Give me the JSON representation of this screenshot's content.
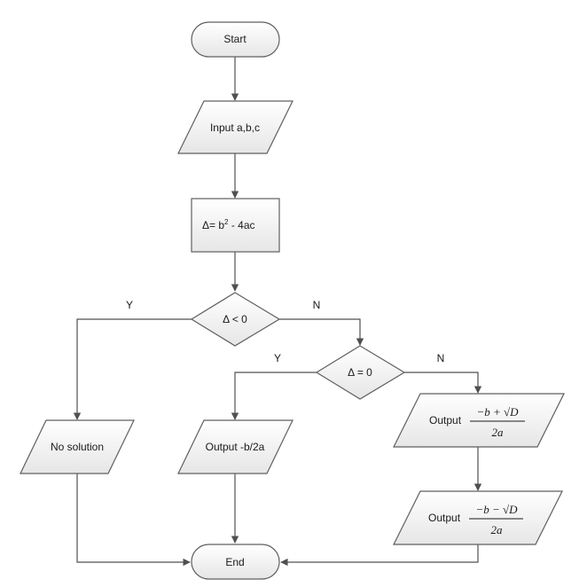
{
  "diagram": {
    "type": "flowchart",
    "title": "Quadratic equation solver",
    "colors": {
      "stroke": "#5f5f5f",
      "fill_top": "#ffffff",
      "fill_bottom": "#e8e8e8",
      "edge": "#505050",
      "text": "#1a1a1a"
    },
    "nodes": {
      "start": {
        "shape": "terminator",
        "label": "Start"
      },
      "input": {
        "shape": "parallelogram",
        "label": "Input a,b,c"
      },
      "compute": {
        "shape": "rectangle",
        "label_prefix": "Δ",
        "label_eq": "= b",
        "label_sup": "2",
        "label_rest": " - 4ac"
      },
      "decision1": {
        "shape": "diamond",
        "label": "Δ < 0"
      },
      "decision2": {
        "shape": "diamond",
        "label": "Δ = 0"
      },
      "no_solution": {
        "shape": "parallelogram",
        "label": "No solution"
      },
      "output_single": {
        "shape": "parallelogram",
        "label": "Output -b/2a"
      },
      "output_plus": {
        "shape": "parallelogram",
        "label": "Output",
        "numerator": "−b + √D",
        "denominator": "2a"
      },
      "output_minus": {
        "shape": "parallelogram",
        "label": "Output",
        "numerator": "−b − √D",
        "denominator": "2a"
      },
      "end": {
        "shape": "terminator",
        "label": "End"
      }
    },
    "edges": [
      {
        "from": "start",
        "to": "input",
        "label": ""
      },
      {
        "from": "input",
        "to": "compute",
        "label": ""
      },
      {
        "from": "compute",
        "to": "decision1",
        "label": ""
      },
      {
        "from": "decision1",
        "to": "no_solution",
        "label": "Y"
      },
      {
        "from": "decision1",
        "to": "decision2",
        "label": "N"
      },
      {
        "from": "decision2",
        "to": "output_single",
        "label": "Y"
      },
      {
        "from": "decision2",
        "to": "output_plus",
        "label": "N"
      },
      {
        "from": "output_plus",
        "to": "output_minus",
        "label": ""
      },
      {
        "from": "no_solution",
        "to": "end",
        "label": ""
      },
      {
        "from": "output_single",
        "to": "end",
        "label": ""
      },
      {
        "from": "output_minus",
        "to": "end",
        "label": ""
      }
    ]
  }
}
